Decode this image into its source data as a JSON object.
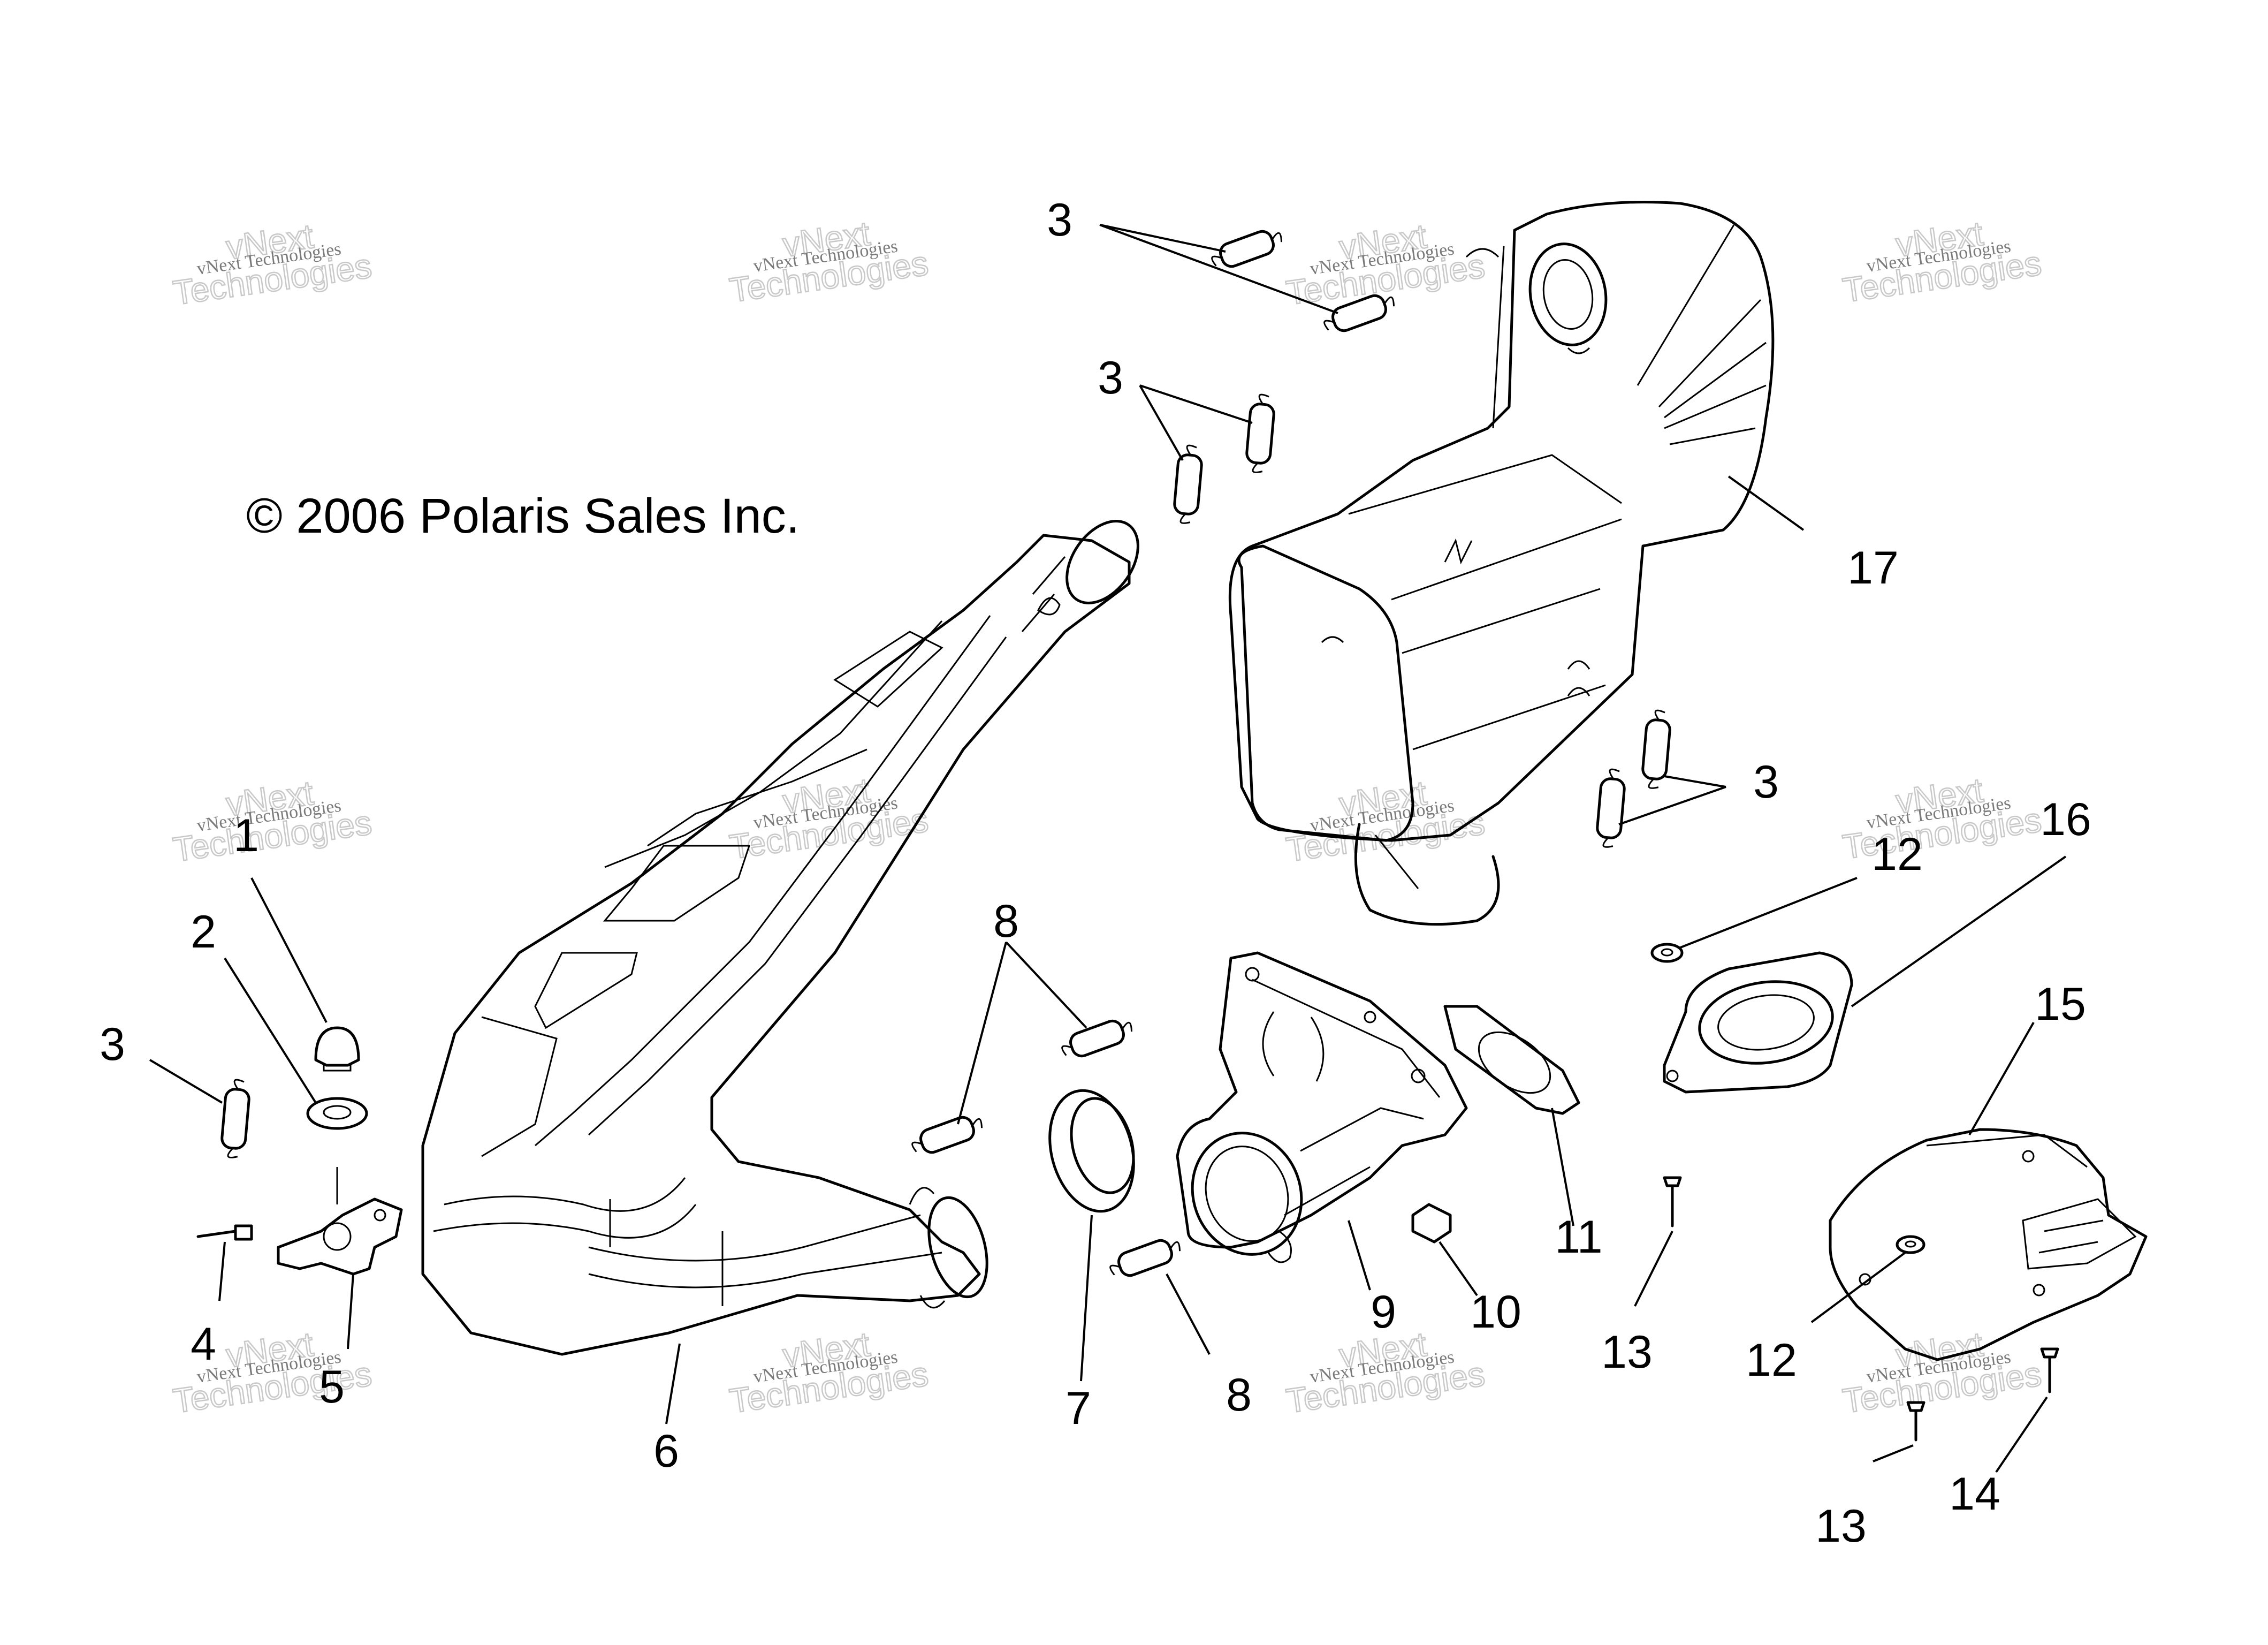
{
  "copyright": "© 2006 Polaris Sales Inc.",
  "watermark": {
    "line_small": "vNext Technologies",
    "line_big_1": "vNext",
    "line_big_2": "Technologies"
  },
  "callouts": {
    "c1": "1",
    "c2": "2",
    "c3_left": "3",
    "c3_top_a": "3",
    "c3_top_b": "3",
    "c3_right": "3",
    "c4": "4",
    "c5": "5",
    "c6": "6",
    "c7": "7",
    "c8_top": "8",
    "c8_bottom": "8",
    "c9": "9",
    "c10": "10",
    "c11": "11",
    "c12_top": "12",
    "c12_bottom": "12",
    "c13_mid": "13",
    "c13_bottom": "13",
    "c14": "14",
    "c15": "15",
    "c16": "16",
    "c17": "17"
  }
}
